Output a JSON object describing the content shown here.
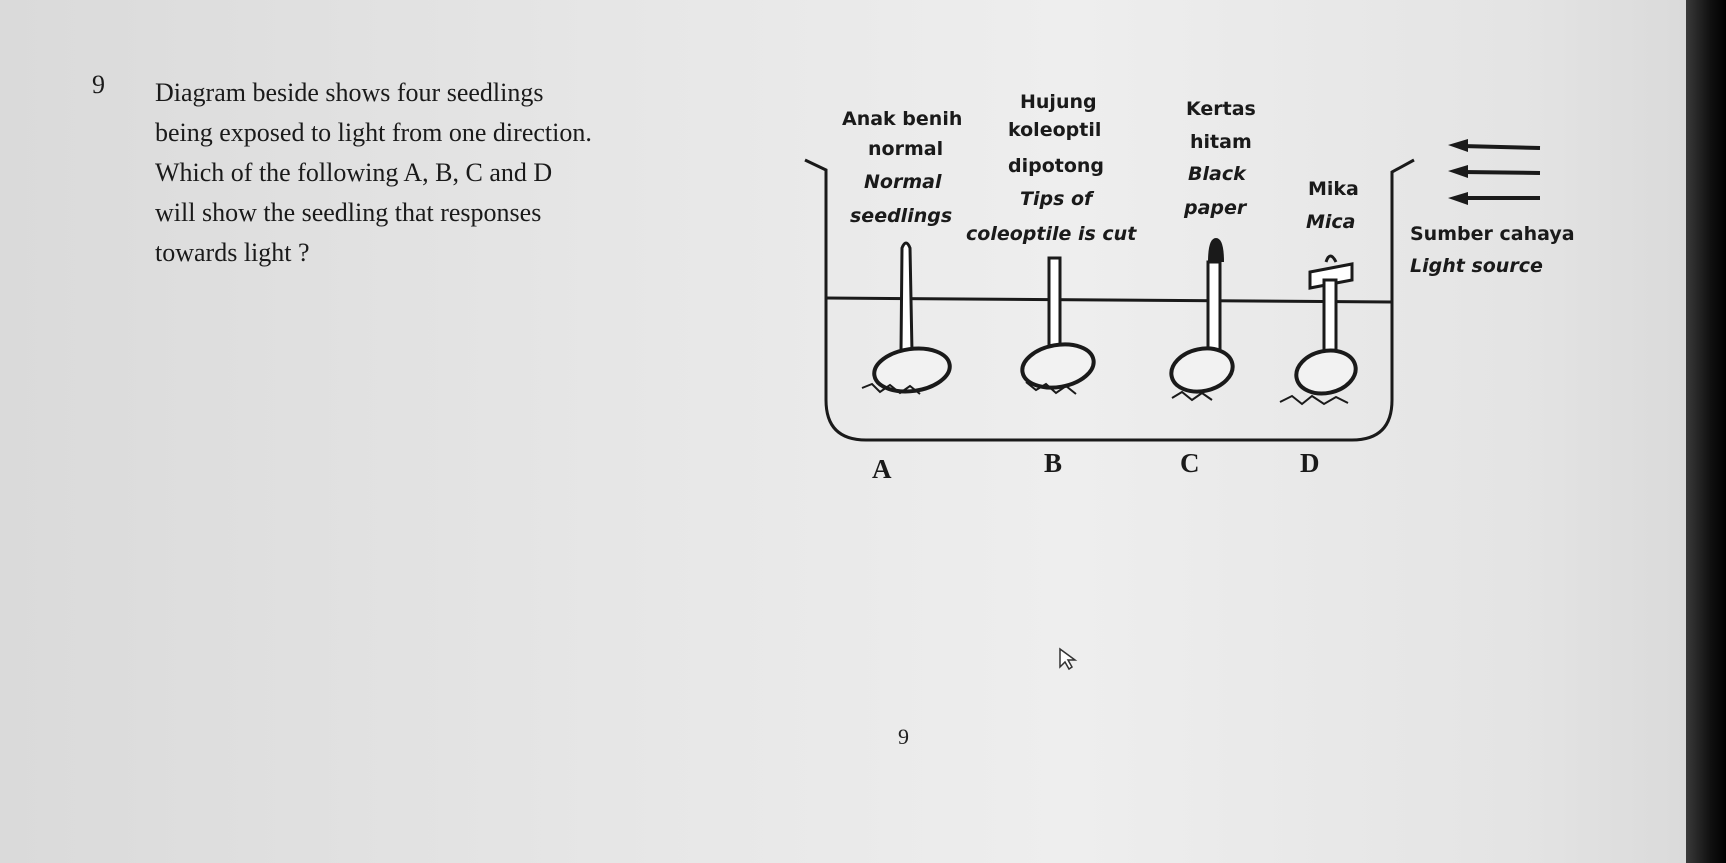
{
  "question": {
    "number": "9",
    "lines": [
      "Diagram beside shows four seedlings",
      "being exposed to light from one direction.",
      "Which of the following A, B, C and D",
      "will show the seedling that responses",
      "towards light ?"
    ]
  },
  "diagram": {
    "labels": {
      "a_malay_1": "Anak benih",
      "a_malay_2": "normal",
      "a_english_1": "Normal",
      "a_english_2": "seedlings",
      "b_malay_1": "Hujung",
      "b_malay_2": "koleoptil",
      "b_malay_3": "dipotong",
      "b_english_1": "Tips of",
      "b_english_2": "coleoptile is cut",
      "c_malay_1": "Kertas",
      "c_malay_2": "hitam",
      "c_english_1": "Black",
      "c_english_2": "paper",
      "d_malay": "Mika",
      "d_english": "Mica",
      "light_malay": "Sumber cahaya",
      "light_english": "Light source"
    },
    "seedling_letters": [
      "A",
      "B",
      "C",
      "D"
    ]
  },
  "footer": {
    "page_number": "9"
  },
  "icons": {
    "cursor": "mouse-pointer-icon"
  }
}
